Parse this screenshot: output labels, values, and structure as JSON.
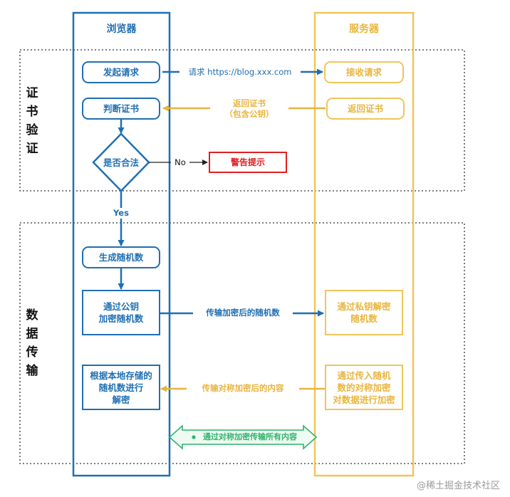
{
  "lanes": {
    "browser": "浏览器",
    "server": "服务器"
  },
  "sections": {
    "cert": "证书验证",
    "data": "数据传输"
  },
  "browser_nodes": {
    "send_request": "发起请求",
    "judge_cert": "判断证书",
    "is_valid": "是否合法",
    "gen_random": "生成随机数",
    "encrypt_random": "通过公钥\n加密随机数",
    "decrypt": "根据本地存储的\n随机数进行\n解密"
  },
  "server_nodes": {
    "receive_request": "接收请求",
    "return_cert": "返回证书",
    "decrypt_private": "通过私钥解密\n随机数",
    "sym_encrypt": "通过传入随机\n数的对称加密\n对数据进行加密"
  },
  "warning": "警告提示",
  "edges": {
    "request_url": "请求 https://blog.xxx.com",
    "return_cert": "返回证书\n（包含公钥）",
    "no": "No",
    "yes": "Yes",
    "send_encrypted_random": "传输加密后的随机数",
    "send_sym_content": "传输对称加密后的内容",
    "sym_all": "通过对称加密传输所有内容"
  },
  "watermark": "@稀土掘金技术社区",
  "colors": {
    "browser_blue": "#1f6fb2",
    "server_yellow": "#f0c55a",
    "server_text": "#e8b53e",
    "warning_red": "#e02020",
    "transfer_green": "#2fb36b"
  }
}
